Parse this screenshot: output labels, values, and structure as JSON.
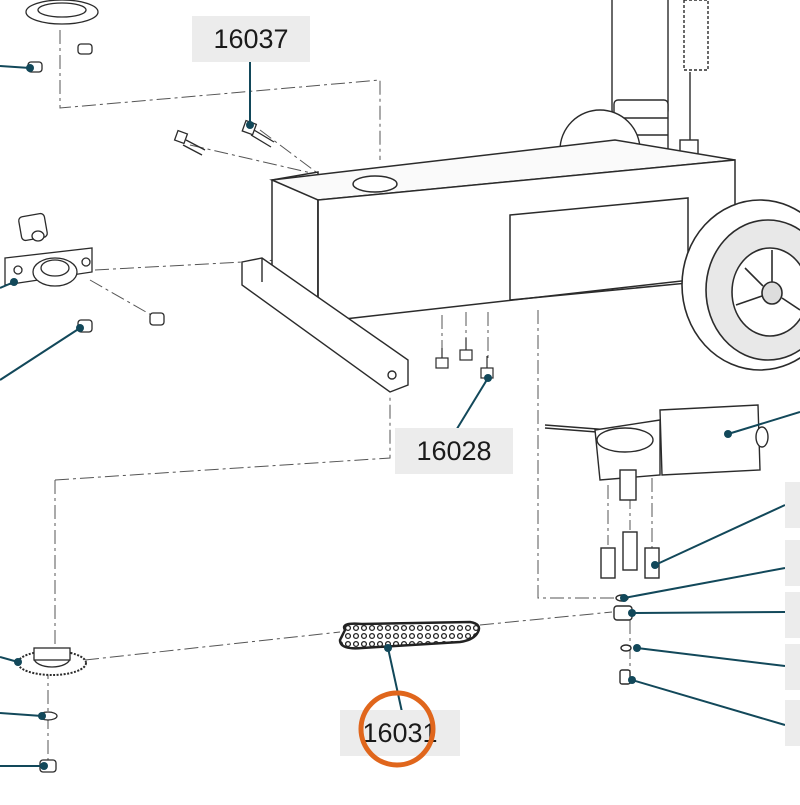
{
  "diagram": {
    "part_labels": [
      {
        "id": "bolt",
        "text": "16037"
      },
      {
        "id": "nut",
        "text": "16028"
      },
      {
        "id": "chain",
        "text": "16031"
      }
    ],
    "colors": {
      "leader": "#12485a",
      "dot": "#12485a",
      "highlight_ring": "#e0661c",
      "line_art": "#2b2b2b",
      "phantom": "#555555",
      "label_bg": "#ececec"
    },
    "highlighted_part": "16031"
  }
}
